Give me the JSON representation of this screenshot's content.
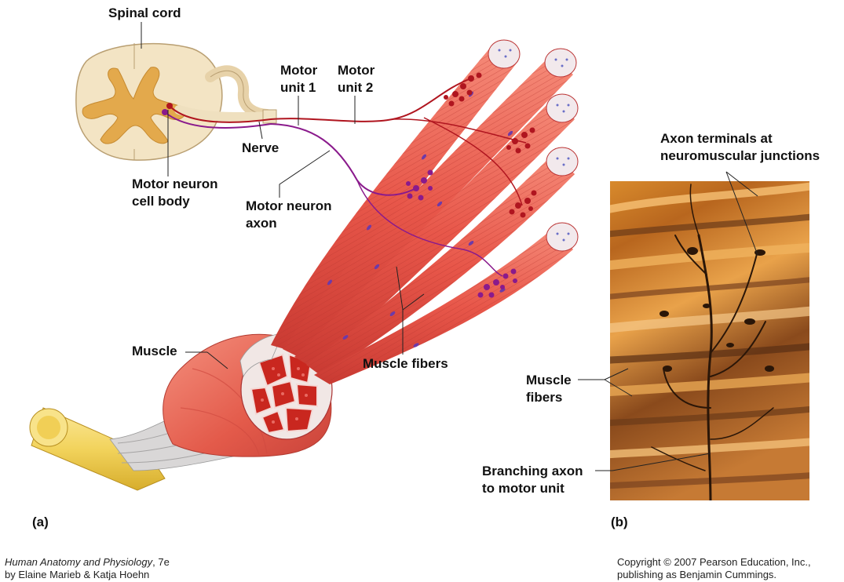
{
  "labels": {
    "spinal_cord": "Spinal cord",
    "motor_unit_1": [
      "Motor",
      "unit 1"
    ],
    "motor_unit_2": [
      "Motor",
      "unit 2"
    ],
    "nerve": "Nerve",
    "motor_neuron_cell_body": [
      "Motor neuron",
      "cell body"
    ],
    "motor_neuron_axon": [
      "Motor neuron",
      "axon"
    ],
    "muscle": "Muscle",
    "muscle_fibers_a": "Muscle fibers",
    "axon_terminals": [
      "Axon terminals at",
      "neuromuscular junctions"
    ],
    "muscle_fibers_b": [
      "Muscle",
      "fibers"
    ],
    "branching_axon": [
      "Branching axon",
      "to motor unit"
    ],
    "panel_a": "(a)",
    "panel_b": "(b)"
  },
  "footer": {
    "book_title": "Human Anatomy and Physiology",
    "edition": ", 7e",
    "authors": "by Elaine Marieb & Katja Hoehn",
    "copyright_1": "Copyright © 2007 Pearson Education, Inc.,",
    "copyright_2": "publishing as Benjamin Cummings."
  },
  "colors": {
    "motor_unit_1": "#b0151f",
    "motor_unit_2": "#8a1a8c",
    "muscle": "#e8574a",
    "spinal_cord": "#f3e4c4",
    "gray_matter": "#e3a94c",
    "tendon": "#f2d35c"
  }
}
